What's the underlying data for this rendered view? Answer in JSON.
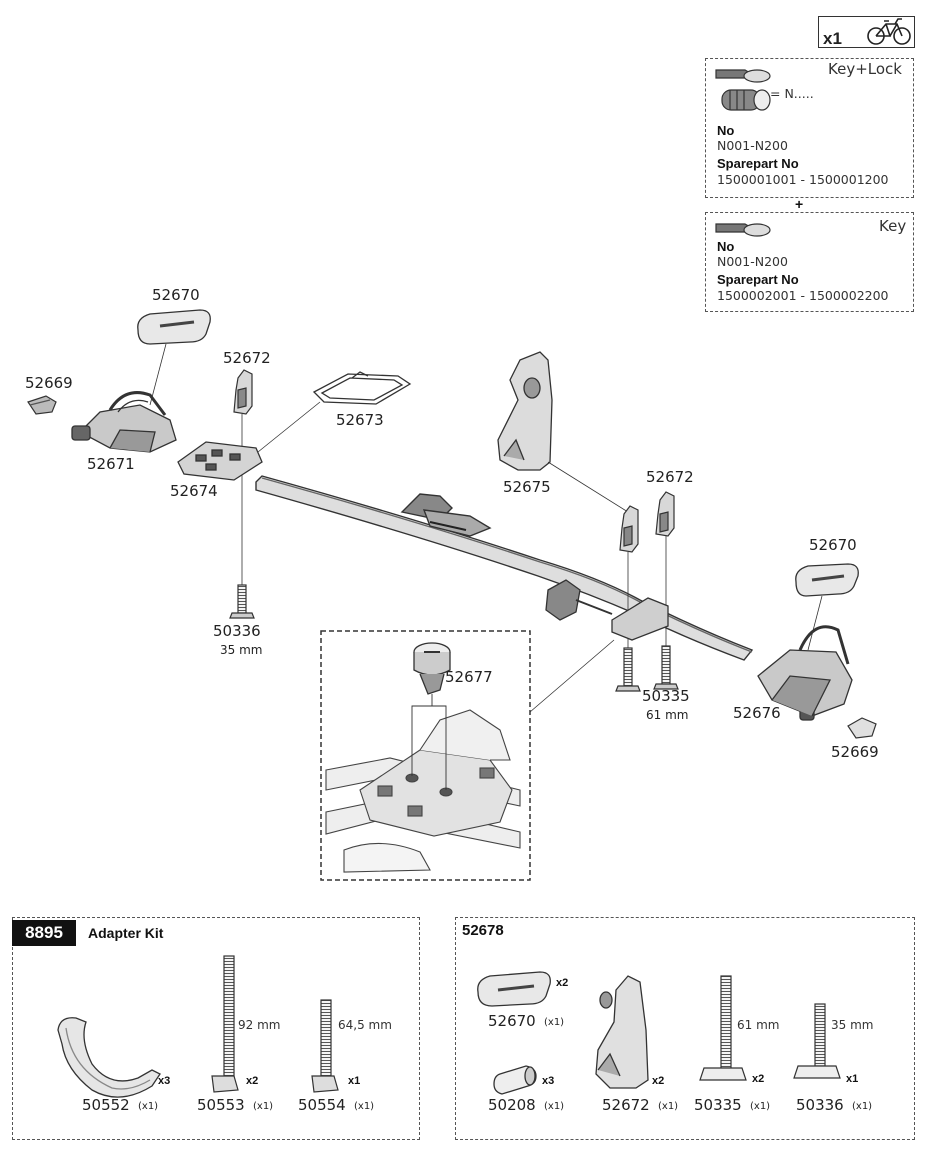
{
  "header": {
    "quantity": "x1",
    "bike_icon": "bicycle-icon"
  },
  "key_lock_panel": {
    "title": "Key+Lock",
    "equals_text": "= N.....",
    "no_label": "No",
    "no_value": "N001-N200",
    "sparepart_label": "Sparepart No",
    "sparepart_value": "1500001001 - 1500001200"
  },
  "plus": "+",
  "key_panel": {
    "title": "Key",
    "no_label": "No",
    "no_value": "N001-N200",
    "sparepart_label": "Sparepart No",
    "sparepart_value": "1500002001 - 1500002200"
  },
  "exploded_view": {
    "parts": {
      "p52670_left": "52670",
      "p52672_left": "52672",
      "p52669_left": "52669",
      "p52671": "52671",
      "p52673": "52673",
      "p52674": "52674",
      "p50336": "50336",
      "p50336_len": "35 mm",
      "p52675": "52675",
      "p52672_right": "52672",
      "p52670_right": "52670",
      "p52677": "52677",
      "p50335": "50335",
      "p50335_len": "61 mm",
      "p52676": "52676",
      "p52669_right": "52669"
    }
  },
  "adapter_kit": {
    "badge": "8895",
    "title": "Adapter Kit",
    "items": [
      {
        "part": "50552",
        "count": "(x1)",
        "qty": "x3",
        "length": ""
      },
      {
        "part": "50553",
        "count": "(x1)",
        "qty": "x2",
        "length": "92 mm"
      },
      {
        "part": "50554",
        "count": "(x1)",
        "qty": "x1",
        "length": "64,5 mm"
      }
    ]
  },
  "kit_52678": {
    "title": "52678",
    "items": [
      {
        "part": "52670",
        "count": "(x1)",
        "qty": "x2",
        "length": ""
      },
      {
        "part": "50208",
        "count": "(x1)",
        "qty": "x3",
        "length": ""
      },
      {
        "part": "52672",
        "count": "(x1)",
        "qty": "x2",
        "length": ""
      },
      {
        "part": "50335",
        "count": "(x1)",
        "qty": "x2",
        "length": "61 mm"
      },
      {
        "part": "50336",
        "count": "(x1)",
        "qty": "x1",
        "length": "35 mm"
      }
    ]
  },
  "colors": {
    "line": "#333333",
    "fill_light": "#e6e6e6",
    "fill_mid": "#b8b8b8",
    "fill_dark": "#555555",
    "badge_bg": "#111111"
  }
}
